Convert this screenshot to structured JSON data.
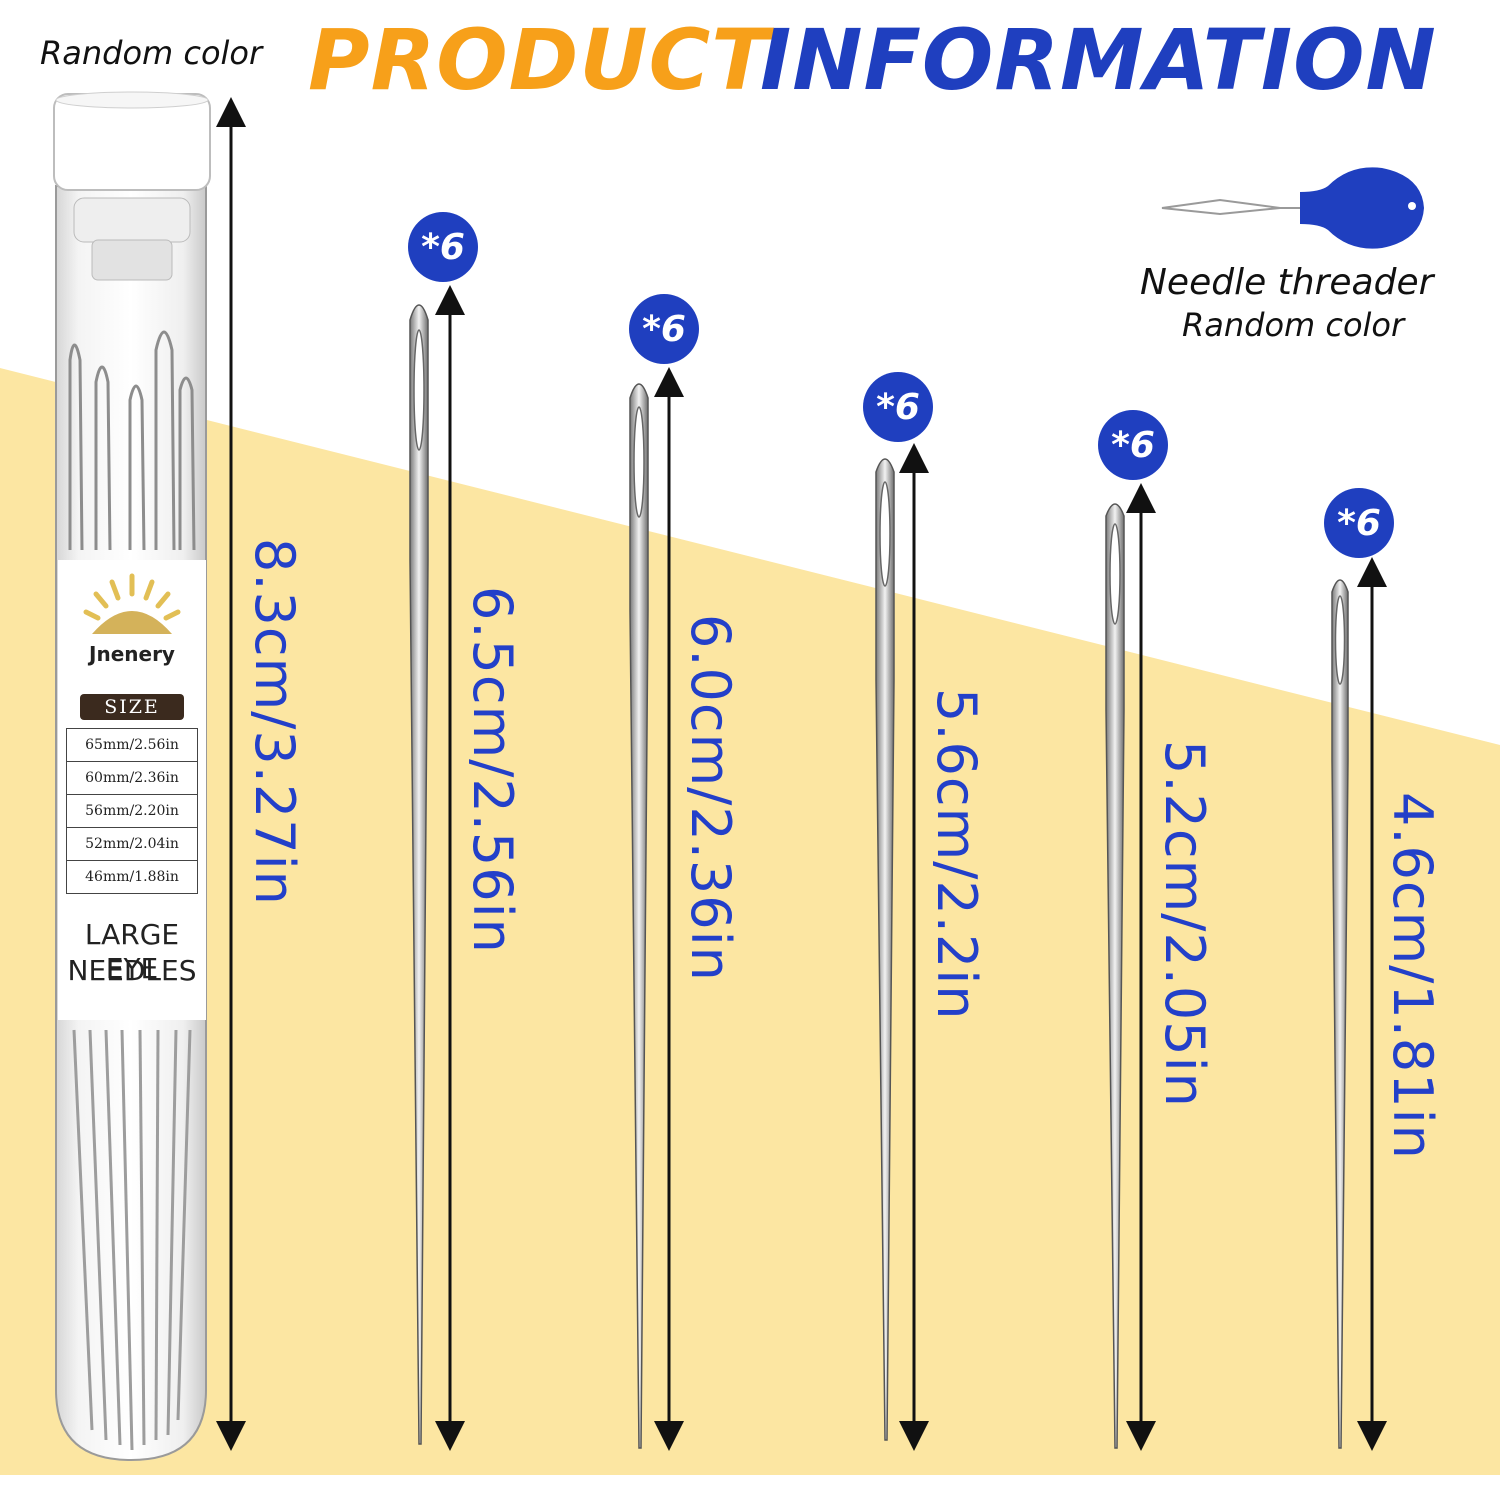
{
  "header": {
    "title_part1": "PRODUCT",
    "title_part2": "INFORMATION",
    "title_color1": "#F7A01A",
    "title_color2": "#1F3FBF"
  },
  "tube": {
    "random_color_label": "Random color",
    "brand": "Jnenery",
    "size_header": "SIZE",
    "sizes": [
      "65mm/2.56in",
      "60mm/2.36in",
      "56mm/2.20in",
      "52mm/2.04in",
      "46mm/1.88in"
    ],
    "label_line1": "LARGE EYE",
    "label_line2": "NEEDLES",
    "length": "8.3cm/3.27in"
  },
  "needles": [
    {
      "count": "*6",
      "length": "6.5cm/2.56in"
    },
    {
      "count": "*6",
      "length": "6.0cm/2.36in"
    },
    {
      "count": "*6",
      "length": "5.6cm/2.2in"
    },
    {
      "count": "*6",
      "length": "5.2cm/2.05in"
    },
    {
      "count": "*6",
      "length": "4.6cm/1.81in"
    }
  ],
  "threader": {
    "label": "Needle threader",
    "sublabel": "Random color",
    "icon": "needle-threader-icon",
    "color": "#1F3FBF"
  },
  "colors": {
    "background_band": "#FCE6A2",
    "accent_blue": "#1F3FBF",
    "dimension_text": "#2340C9"
  }
}
